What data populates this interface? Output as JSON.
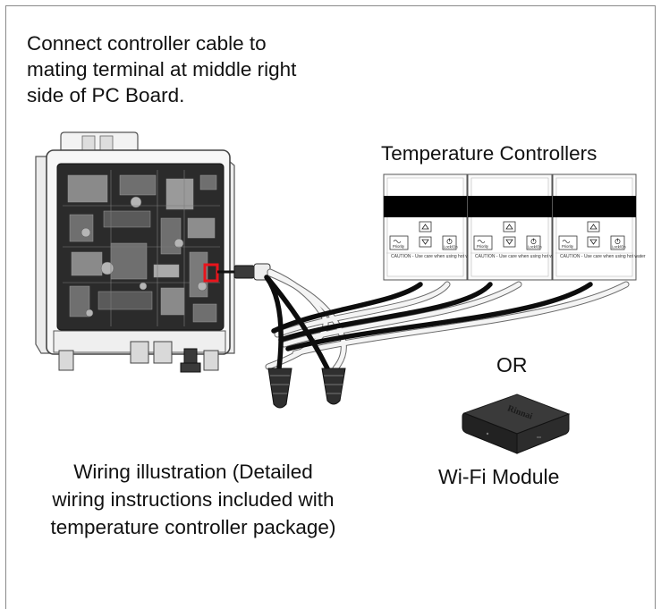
{
  "intro_text": "Connect controller cable to\nmating terminal at middle right\nside of PC Board.",
  "controllers": {
    "title": "Temperature Controllers",
    "units": [
      {
        "label_left": "Priority",
        "label_right": "Lock/On",
        "caution": "CAUTION - Use care when using hot water"
      },
      {
        "label_left": "Priority",
        "label_right": "Lock/On",
        "caution": "CAUTION - Use care when using hot water"
      },
      {
        "label_left": "Priority",
        "label_right": "Lock/On",
        "caution": "CAUTION - Use care when using hot water"
      }
    ]
  },
  "or_label": "OR",
  "wiring_caption": "Wiring illustration (Detailed\nwiring instructions included with\ntemperature controller package)",
  "wifi": {
    "label": "Wi-Fi Module",
    "brand": "Rinnai"
  },
  "colors": {
    "frame": "#8a8a8a",
    "highlight": "#e8141c",
    "cable_black": "#0d0d0d",
    "cable_white": "#f4f4f4",
    "module": "#2c2c2c"
  }
}
